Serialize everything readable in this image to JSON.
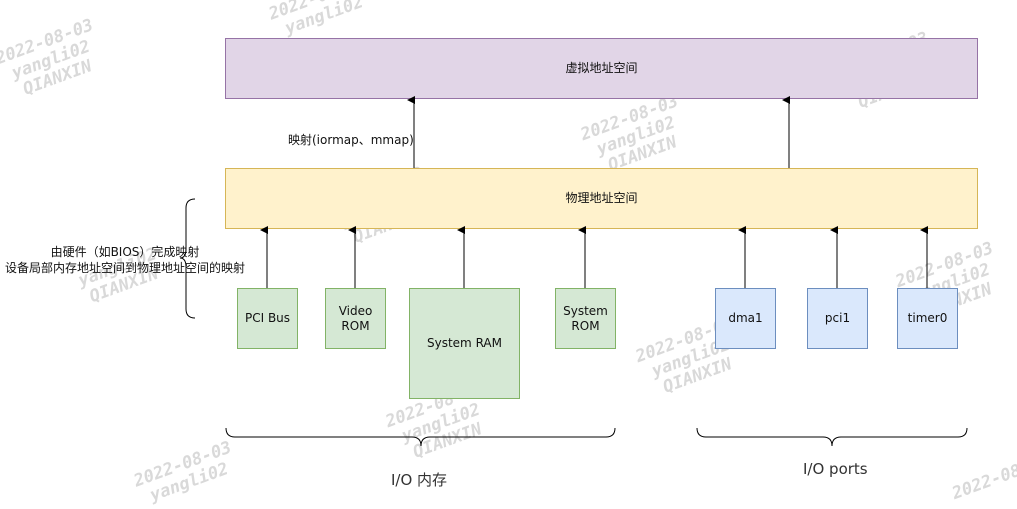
{
  "virtual_space": {
    "label": "虚拟地址空间"
  },
  "physical_space": {
    "label": "物理地址空间"
  },
  "mapping_label": "映射(iormap、mmap)",
  "hardware_note": {
    "line1": "由硬件（如BIOS）完成映射",
    "line2": "设备局部内存地址空间到物理地址空间的映射"
  },
  "io_memory": {
    "title": "I/O 内存",
    "devices": [
      {
        "label": "PCI Bus"
      },
      {
        "label": "Video\nROM"
      },
      {
        "label": "System RAM"
      },
      {
        "label": "System\nROM"
      }
    ]
  },
  "io_ports": {
    "title": "I/O ports",
    "devices": [
      {
        "label": "dma1"
      },
      {
        "label": "pci1"
      },
      {
        "label": "timer0"
      }
    ]
  },
  "watermark": {
    "date": "2022-08-03",
    "user": "yangli02",
    "org": "QIANXIN"
  },
  "colors": {
    "virtual_fill": "#e1d5e7",
    "virtual_border": "#9673a6",
    "physical_fill": "#fff2cc",
    "physical_border": "#d6b656",
    "memory_fill": "#d5e8d4",
    "memory_border": "#82b366",
    "port_fill": "#dae8fc",
    "port_border": "#6c8ebf"
  }
}
